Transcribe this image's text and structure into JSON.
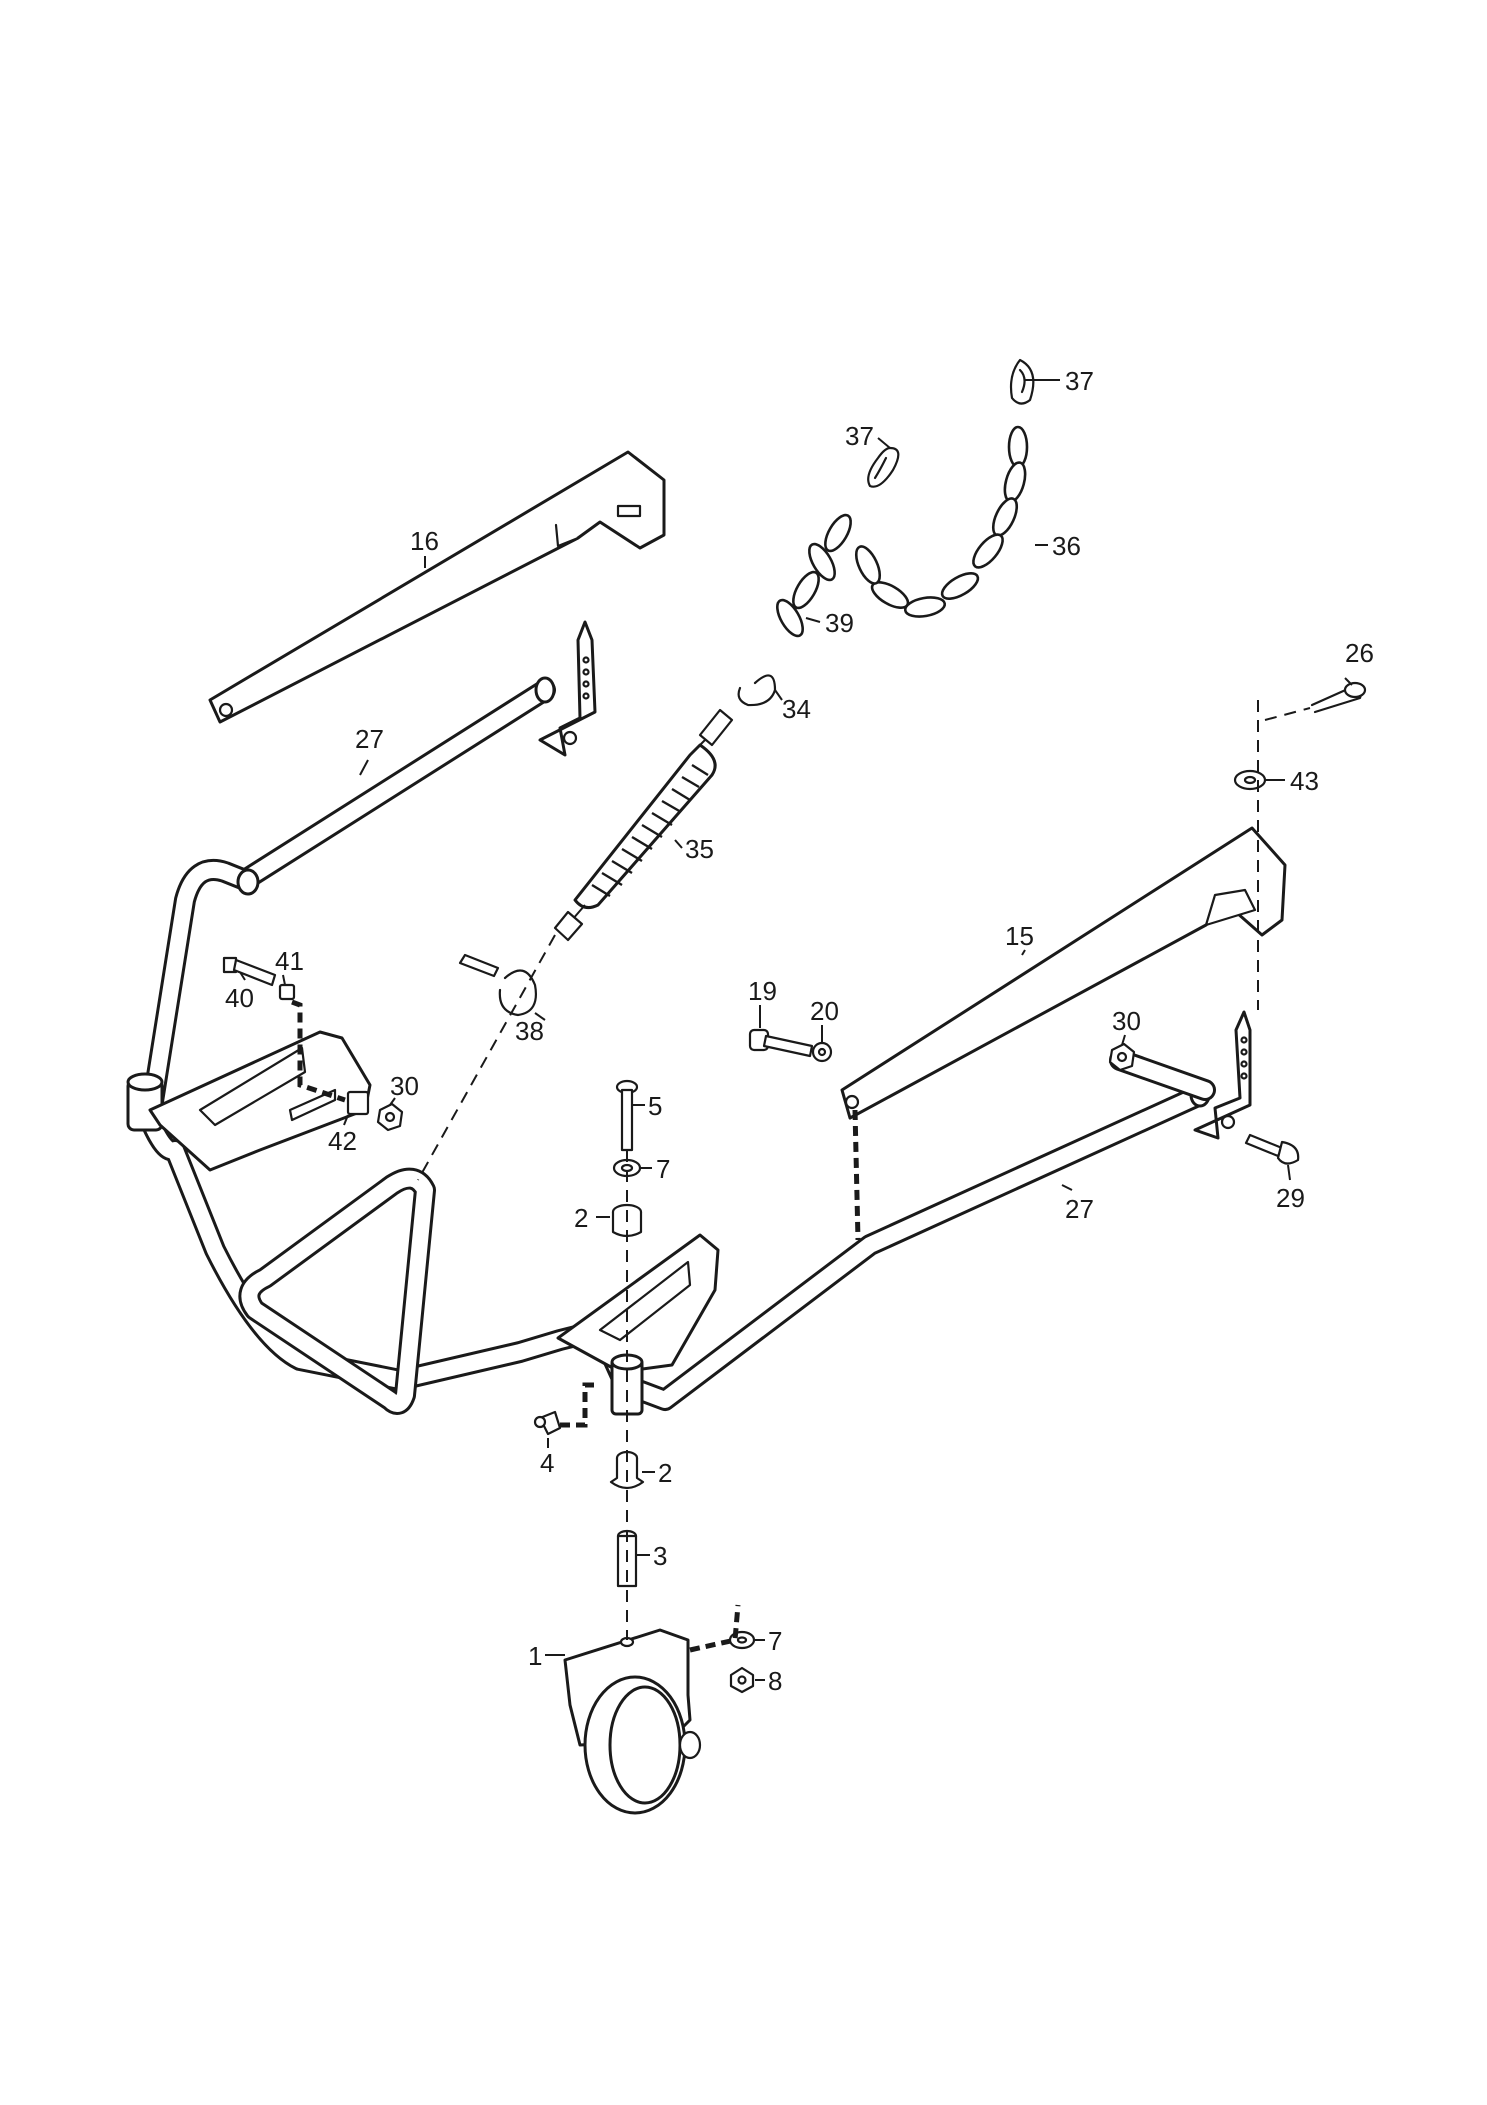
{
  "callouts": {
    "c1": "1",
    "c2a": "2",
    "c2b": "2",
    "c3": "3",
    "c4": "4",
    "c5": "5",
    "c7a": "7",
    "c7b": "7",
    "c8": "8",
    "c15": "15",
    "c16": "16",
    "c19": "19",
    "c20": "20",
    "c26": "26",
    "c27a": "27",
    "c27b": "27",
    "c29": "29",
    "c30a": "30",
    "c30b": "30",
    "c34": "34",
    "c35": "35",
    "c36": "36",
    "c37a": "37",
    "c37b": "37",
    "c38": "38",
    "c39": "39",
    "c40": "40",
    "c41": "41",
    "c42": "42",
    "c43": "43"
  }
}
